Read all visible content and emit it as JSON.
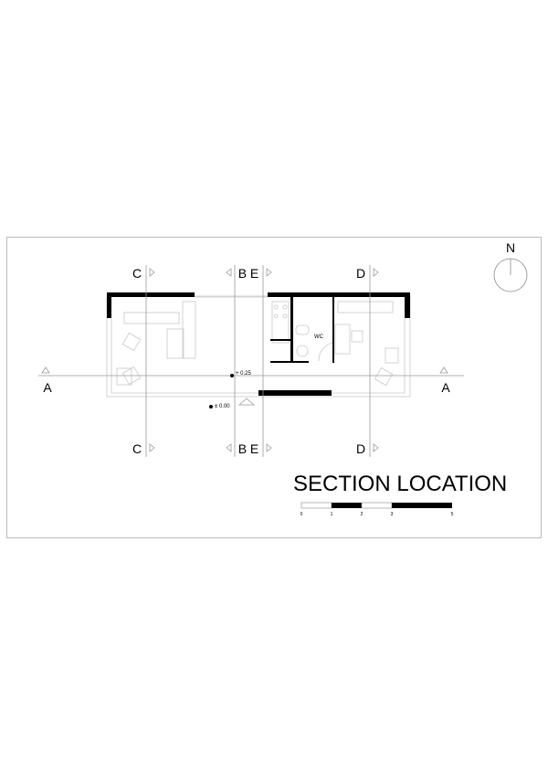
{
  "title": "SECTION LOCATION",
  "north_label": "N",
  "section_marks": {
    "A_left": "A",
    "A_right": "A",
    "C_top": "C",
    "C_bottom": "C",
    "BE_top": "B E",
    "BE_bottom": "B E",
    "D_top": "D",
    "D_bottom": "D"
  },
  "rooms": {
    "wc": "WC"
  },
  "levels": {
    "upper": "+ 0.25",
    "lower": "± 0.00"
  },
  "scale_bar": {
    "ticks": [
      "0",
      "1",
      "2",
      "3",
      "5"
    ]
  },
  "colors": {
    "wall": "#000000",
    "line": "#999999",
    "faint": "#c8c8c8",
    "frame": "#bbbbbb"
  }
}
